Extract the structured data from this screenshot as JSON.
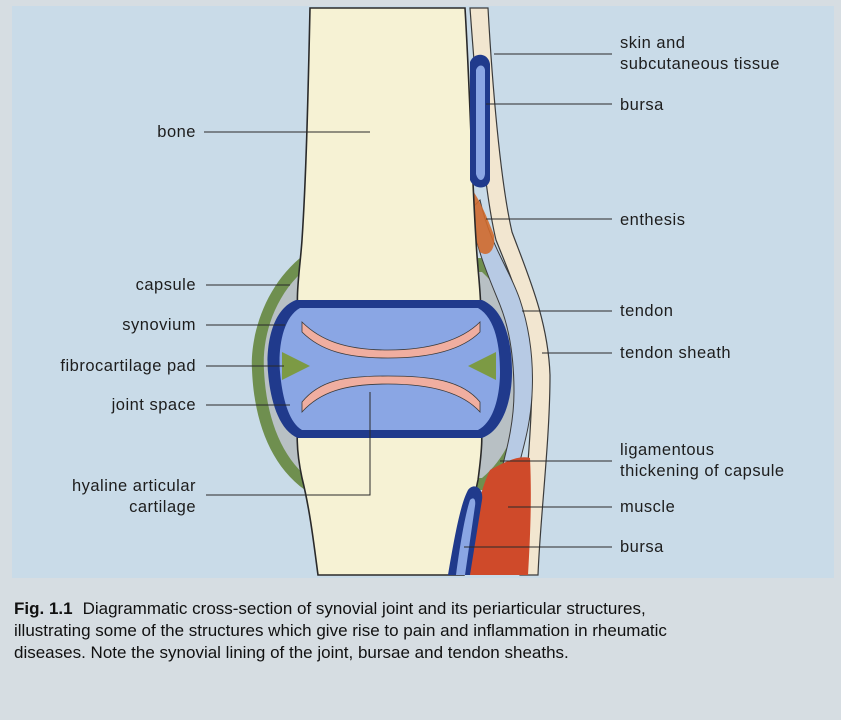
{
  "labels": {
    "bone": "bone",
    "capsule": "capsule",
    "synovium": "synovium",
    "fibrocartilage_pad": "fibrocartilage pad",
    "joint_space": "joint space",
    "hyaline_line1": "hyaline articular",
    "hyaline_line2": "cartilage",
    "skin_line1": "skin and",
    "skin_line2": "subcutaneous tissue",
    "bursa_top": "bursa",
    "enthesis": "enthesis",
    "tendon": "tendon",
    "tendon_sheath": "tendon sheath",
    "ligamentous_line1": "ligamentous",
    "ligamentous_line2": "thickening of capsule",
    "muscle": "muscle",
    "bursa_bottom": "bursa"
  },
  "caption": {
    "fig_label": "Fig. 1.1",
    "text": "Diagrammatic cross-section of synovial joint and its periarticular structures, illustrating some of the structures which give rise to pain and inflammation in rheumatic diseases. Note the synovial lining of the joint, bursae and tendon sheaths."
  },
  "colors": {
    "panel_background": "#c9dbe8",
    "bone": "#f6f2d4",
    "capsule": "#6f8f4f",
    "synovium": "#203a8c",
    "synovial_fluid": "#8aa6e4",
    "hyaline_cartilage": "#f0aea0",
    "fibrocartilage_pad": "#7c9a44",
    "muscle": "#cf4a2a",
    "enthesis": "#d06a2c",
    "skin": "#f2e6d0"
  }
}
